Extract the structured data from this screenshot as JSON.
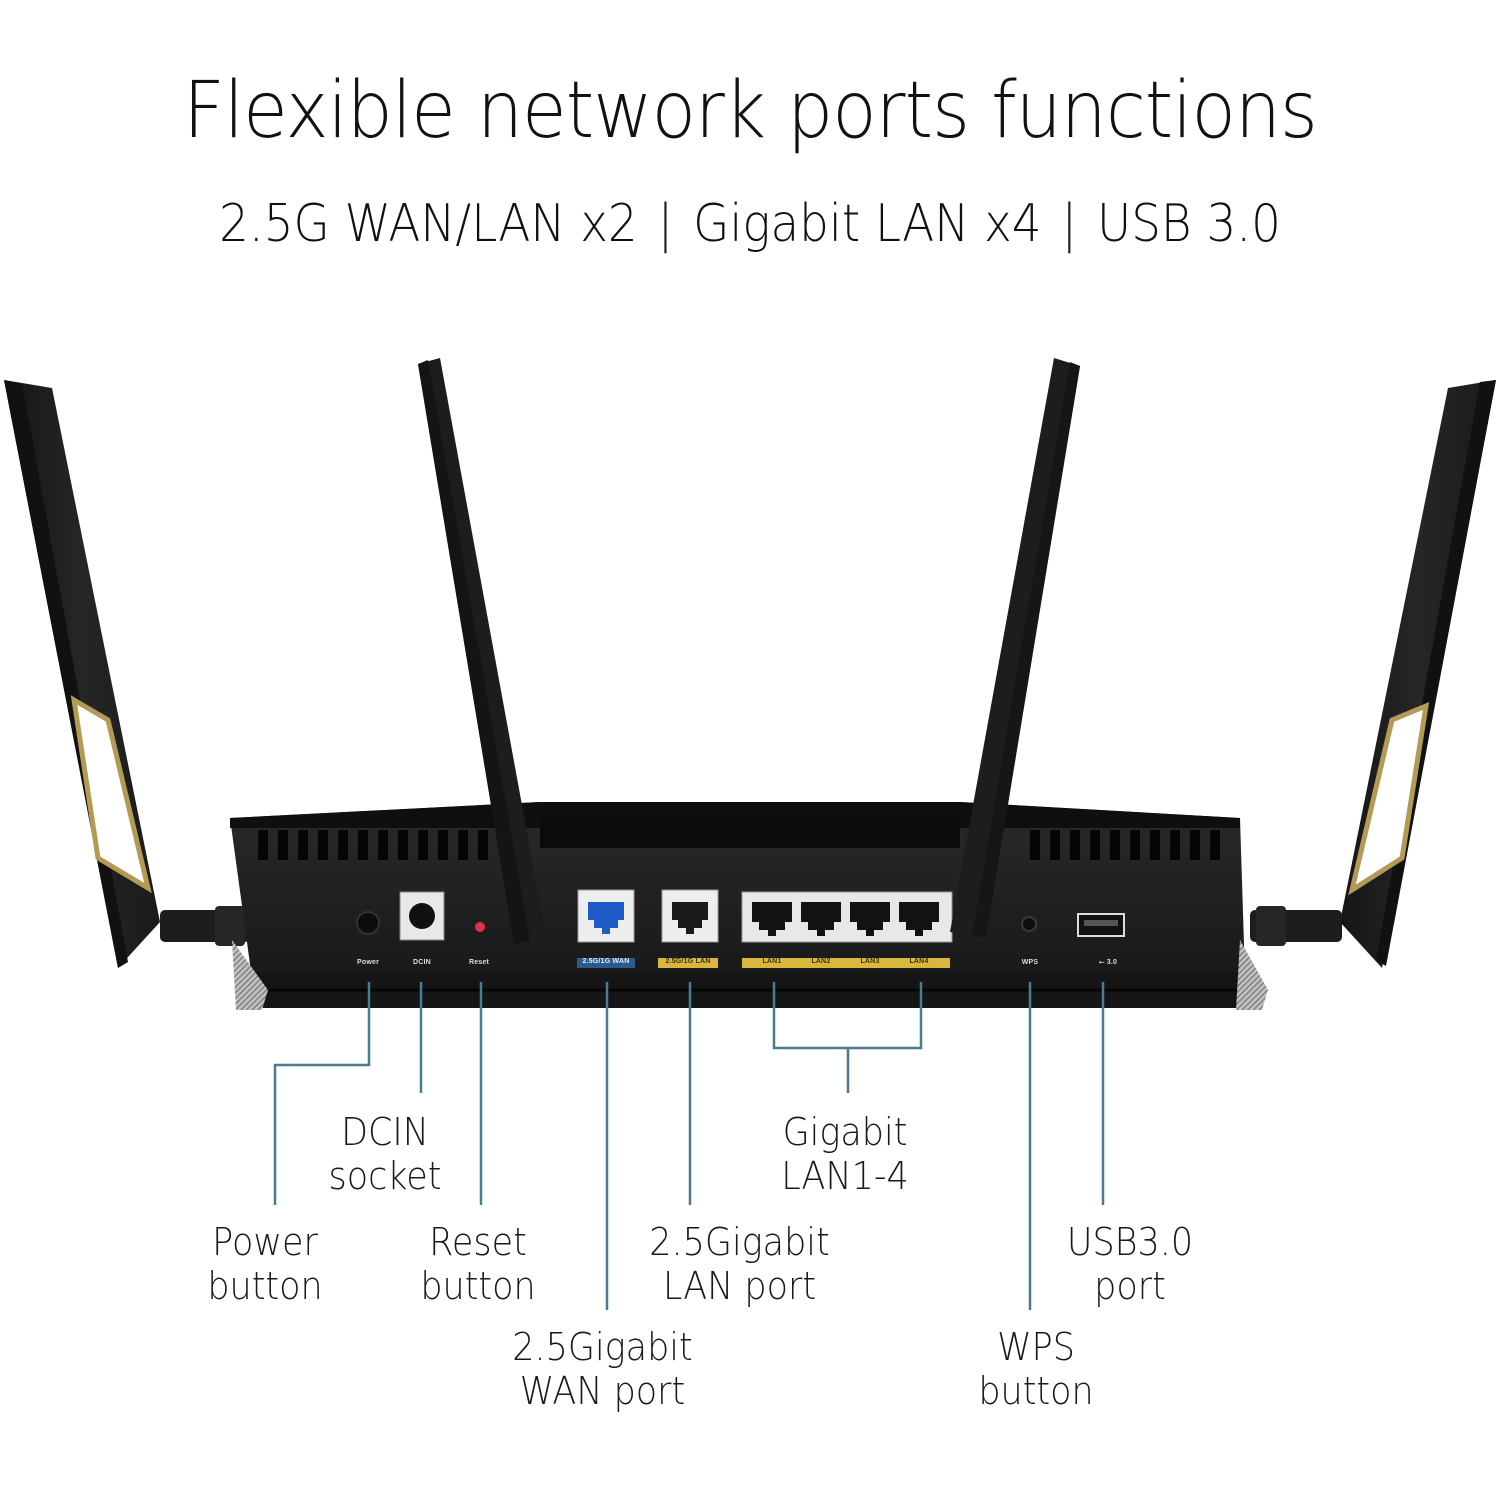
{
  "header": {
    "title": "Flexible network ports functions",
    "subtitle_parts": [
      "2.5G WAN/LAN x2",
      "Gigabit LAN x4",
      "USB 3.0"
    ],
    "separator": "|"
  },
  "colors": {
    "router_body": "#1c1c1c",
    "callout_line": "#4a7a94",
    "wan_accent": "#1e5bc6",
    "lan_accent": "#d8b73c",
    "antenna_gold": "#b39a55",
    "reset_led": "#e0304a"
  },
  "router": {
    "panel_labels": {
      "power": "Power",
      "dcin": "DCIN",
      "reset": "Reset",
      "wan": "2.5G/1G WAN",
      "lan25": "2.5G/1G LAN",
      "lan1": "LAN1",
      "lan2": "LAN2",
      "lan3": "LAN3",
      "lan4": "LAN4",
      "wps": "WPS",
      "usb": "3.0"
    }
  },
  "callouts": {
    "power": {
      "line1": "Power",
      "line2": "button"
    },
    "dcin": {
      "line1": "DCIN",
      "line2": "socket"
    },
    "reset": {
      "line1": "Reset",
      "line2": "button"
    },
    "wan": {
      "line1": "2.5Gigabit",
      "line2": "WAN port"
    },
    "lan25": {
      "line1": "2.5Gigabit",
      "line2": "LAN port"
    },
    "gigabit_lan": {
      "line1": "Gigabit",
      "line2": "LAN1-4"
    },
    "wps": {
      "line1": "WPS",
      "line2": "button"
    },
    "usb": {
      "line1": "USB3.0",
      "line2": "port"
    }
  }
}
